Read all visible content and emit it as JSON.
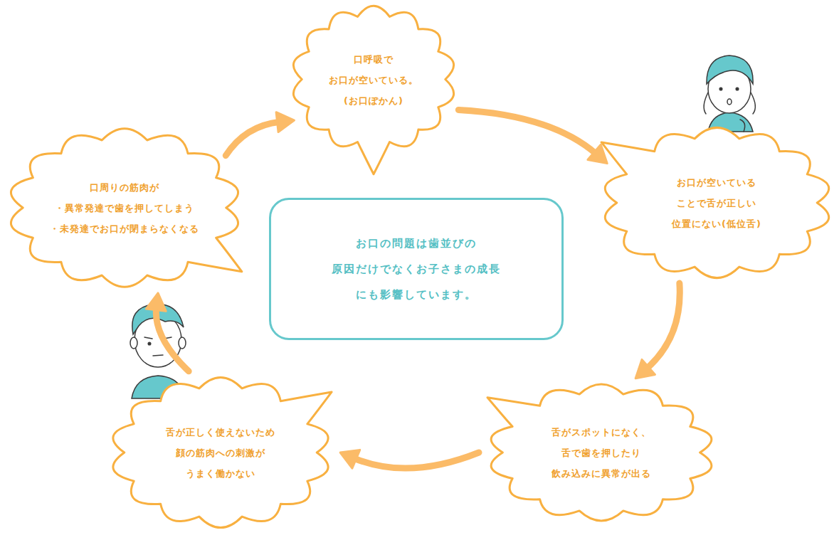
{
  "diagram": {
    "nodes": [
      {
        "text": [
          "口呼吸で お口が空いている。 (お口ぽかん)"
        ]
      },
      {
        "text": [
          "口周りの筋肉が ・異常発達で歯を押してしまう ・未発達でお口が閉まらなくなる"
        ]
      },
      {
        "text": [
          "お口の問題は歯並びの 原因だけでなくお子さまの成長 にも影響しています。"
        ]
      },
      {
        "text": [
          "お口が空いている ことで舌が正しい 位置にない(低位舌)"
        ]
      },
      {
        "text": [
          "舌が正しく使えないため 顔の筋肉への刺激が うまく働かない"
        ]
      },
      {
        "text": [
          "舌がスポットになく、 舌で歯を押したり 飲み込みに異常が出る"
        ]
      }
    ],
    "edges": [
      {
        "from": 0,
        "to": 3,
        "arrow": "to"
      },
      {
        "from": 3,
        "to": 5,
        "arrow": "to"
      },
      {
        "from": 5,
        "to": 4,
        "arrow": "to"
      },
      {
        "from": 4,
        "to": 1,
        "arrow": "to"
      },
      {
        "from": 1,
        "to": 0,
        "arrow": "to"
      }
    ]
  }
}
